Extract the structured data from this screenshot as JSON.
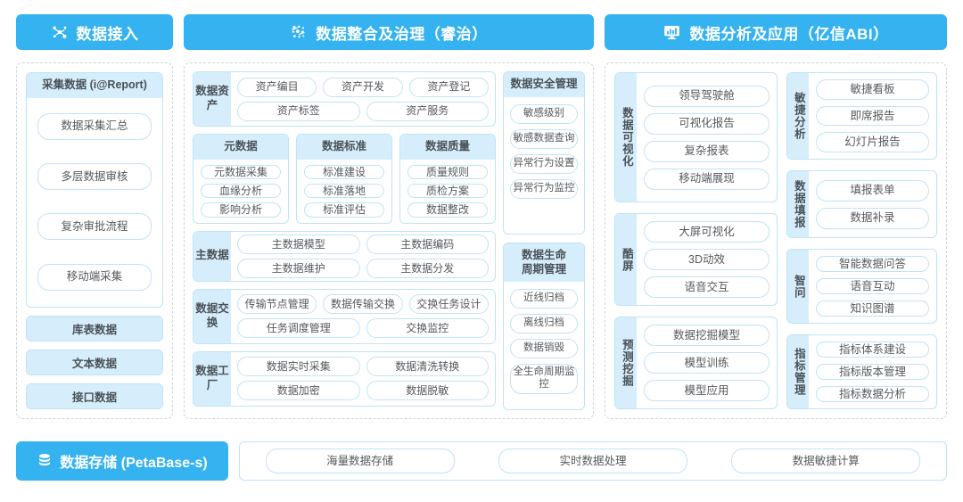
{
  "diagram": {
    "title": "数据中台架构图",
    "colors": {
      "brand": "#35b2f0",
      "light_fill": "#d6eefb",
      "border": "#bfe3f7",
      "dashed": "#cfd4d8",
      "text": "#55595e"
    }
  },
  "col1": {
    "header": {
      "label": "数据接入",
      "icon": "nodes-network-icon"
    },
    "acquisition": {
      "title": "采集数据 (i@Report)",
      "items": [
        "数据采集汇总",
        "多层数据审核",
        "复杂审批流程",
        "移动端采集"
      ]
    },
    "sources": [
      "库表数据",
      "文本数据",
      "接口数据"
    ]
  },
  "col2": {
    "header": {
      "label": "数据整合及治理（睿治）",
      "icon": "dots-cluster-icon"
    },
    "assets": {
      "label": "数据资产",
      "row1": [
        "资产编目",
        "资产开发",
        "资产登记"
      ],
      "row2": [
        "资产标签",
        "资产服务"
      ]
    },
    "midcards": [
      {
        "title": "元数据",
        "items": [
          "元数据采集",
          "血缘分析",
          "影响分析"
        ]
      },
      {
        "title": "数据标准",
        "items": [
          "标准建设",
          "标准落地",
          "标准评估"
        ]
      },
      {
        "title": "数据质量",
        "items": [
          "质量规则",
          "质检方案",
          "数据整改"
        ]
      }
    ],
    "master": {
      "label": "主数据",
      "row1": [
        "主数据模型",
        "主数据编码"
      ],
      "row2": [
        "主数据维护",
        "主数据分发"
      ]
    },
    "exchange": {
      "label": "数据交换",
      "row1": [
        "传输节点管理",
        "数据传输交换",
        "交换任务设计"
      ],
      "row2": [
        "任务调度管理",
        "交换监控"
      ]
    },
    "factory": {
      "label": "数据工厂",
      "row1": [
        "数据实时采集",
        "数据清洗转换"
      ],
      "row2": [
        "数据加密",
        "数据脱敏"
      ]
    },
    "security": {
      "title": "数据安全管理",
      "items": [
        "敏感级别",
        "敏感数据查询",
        "异常行为设置",
        "异常行为监控"
      ]
    },
    "lifecycle": {
      "title": "数据生命\n周期管理",
      "title_line1": "数据生命",
      "title_line2": "周期管理",
      "items": [
        "近线归档",
        "离线归档",
        "数据销毁",
        "全生命周期监控"
      ]
    }
  },
  "col3": {
    "header": {
      "label": "数据分析及应用（亿信ABI）",
      "icon": "monitor-chart-icon"
    },
    "visualization": {
      "label": "数据可视化",
      "items": [
        "领导驾驶舱",
        "可视化报告",
        "复杂报表",
        "移动端展现"
      ]
    },
    "coolscreen": {
      "label": "酷屏",
      "items": [
        "大屏可视化",
        "3D动效",
        "语音交互"
      ]
    },
    "predict": {
      "label": "预测挖掘",
      "items": [
        "数据挖掘模型",
        "模型训练",
        "模型应用"
      ]
    },
    "agile": {
      "label": "敏捷分析",
      "items": [
        "敏捷看板",
        "即席报告",
        "幻灯片报告"
      ]
    },
    "filling": {
      "label": "数据填报",
      "items": [
        "填报表单",
        "数据补录"
      ]
    },
    "ask": {
      "label": "智问",
      "items": [
        "智能数据问答",
        "语音互动",
        "知识图谱"
      ]
    },
    "kpi": {
      "label": "指标管理",
      "items": [
        "指标体系建设",
        "指标版本管理",
        "指标数据分析"
      ]
    }
  },
  "storage": {
    "header": {
      "label": "数据存储 (PetaBase-s)",
      "icon": "database-icon"
    },
    "items": [
      "海量数据存储",
      "实时数据处理",
      "数据敏捷计算"
    ]
  }
}
